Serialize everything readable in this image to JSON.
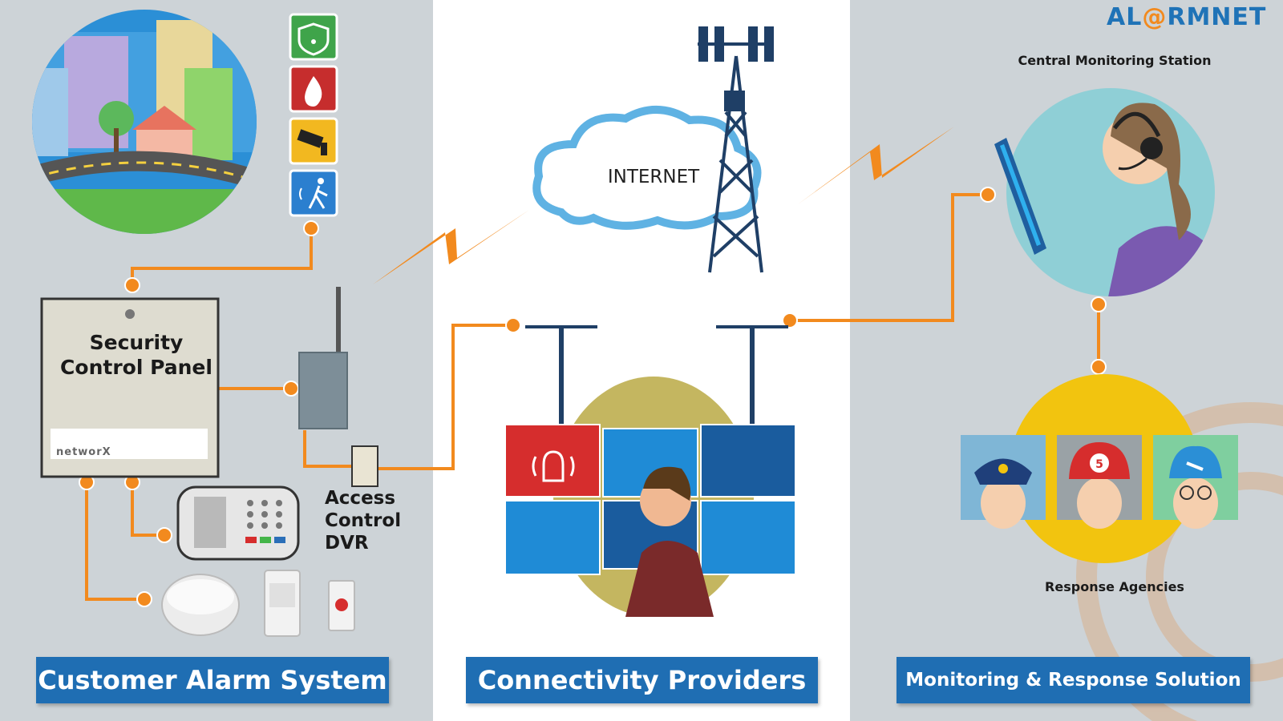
{
  "brand": {
    "prefix": "AL",
    "at": "@",
    "suffix": "RMNET"
  },
  "labels": {
    "panel_line1": "Security",
    "panel_line2": "Control Panel",
    "panel_brand": "networX",
    "access_line1": "Access",
    "access_line2": "Control",
    "access_line3": "DVR",
    "internet": "INTERNET",
    "cms": "Central Monitoring Station",
    "agencies": "Response Agencies"
  },
  "banners": {
    "left": "Customer Alarm System",
    "mid": "Connectivity Providers",
    "right": "Monitoring & Response Solution"
  },
  "colors": {
    "connector": "#f28a1e",
    "banner": "#1f6eb3",
    "brand": "#1f73b7"
  },
  "icons": {
    "sensors": [
      "wifi-shield-icon",
      "fire-icon",
      "camera-icon",
      "motion-icon"
    ],
    "agencies": [
      "police-icon",
      "firefighter-icon",
      "technician-icon"
    ]
  }
}
